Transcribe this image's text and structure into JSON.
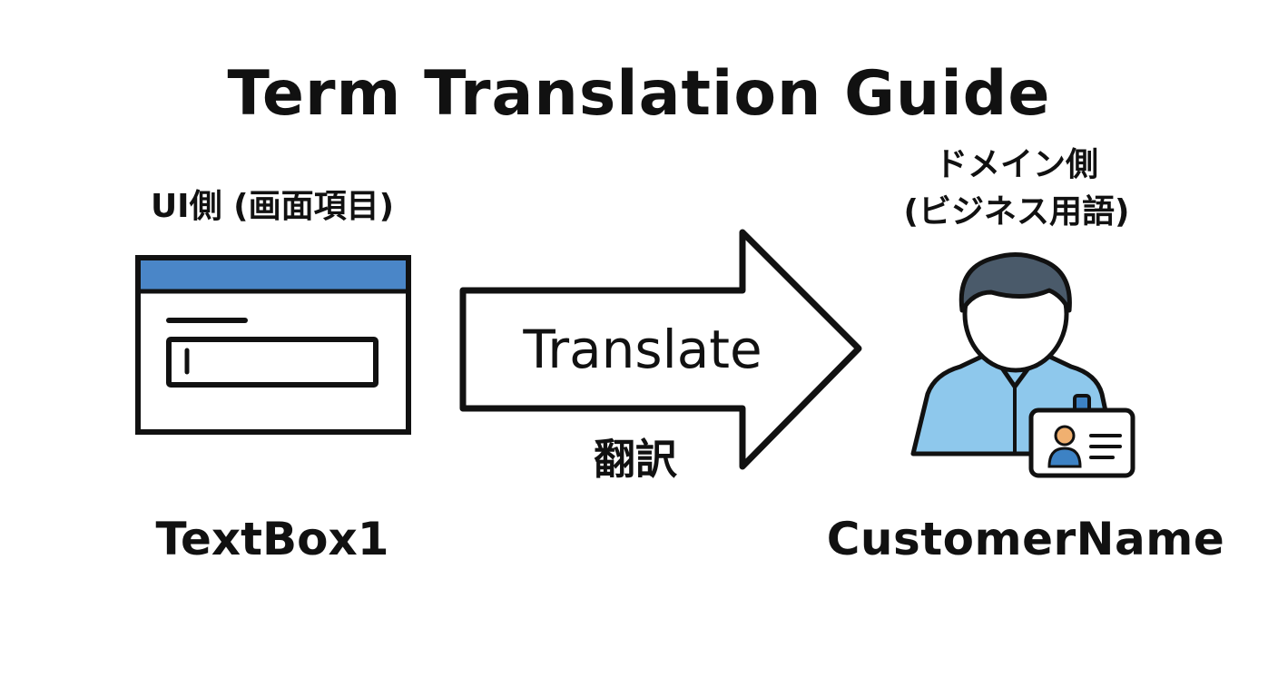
{
  "title": "Term Translation Guide",
  "ui_side": {
    "heading": "UI側 (画面項目)",
    "term": "TextBox1",
    "icon": "form-window-icon"
  },
  "domain_side": {
    "heading_line1": "ドメイン側",
    "heading_line2": "(ビジネス用語)",
    "term": "CustomerName",
    "icon": "customer-with-id-badge-icon"
  },
  "arrow": {
    "label": "Translate",
    "sublabel": "翻訳",
    "icon": "right-arrow-icon"
  },
  "colors": {
    "window_header": "#4a86c8",
    "person_hair": "#4a5a6a",
    "person_shirt": "#8ec8ec",
    "badge_avatar_body": "#3d82c4",
    "badge_avatar_head": "#f0b070",
    "outline": "#111111"
  }
}
